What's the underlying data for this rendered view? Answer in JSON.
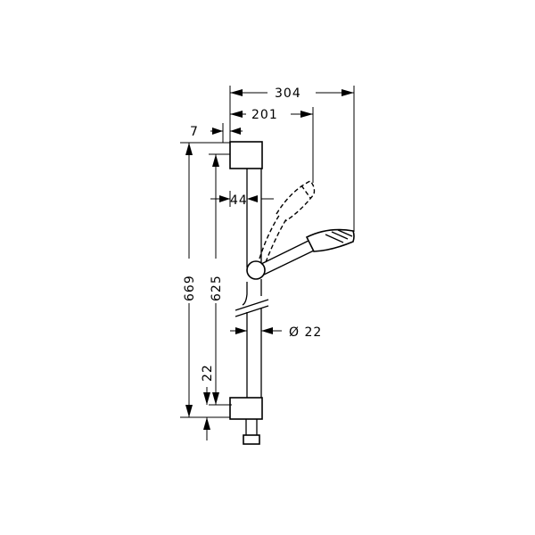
{
  "drawing": {
    "dimensions": {
      "overall_reach": "304",
      "hand_shower_reach": "201",
      "bracket_offset": "7",
      "bar_to_wall": "44",
      "total_height": "669",
      "bracket_spacing": "625",
      "bottom_offset": "22",
      "bar_diameter": "Ø 22"
    }
  }
}
